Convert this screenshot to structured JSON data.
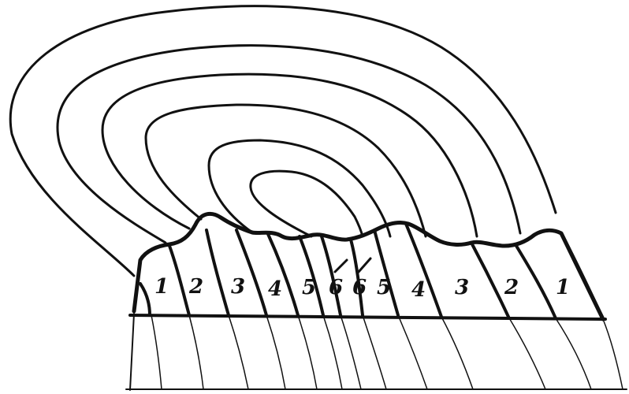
{
  "figure": {
    "bed_labels": [
      "1",
      "2",
      "3",
      "4",
      "5",
      "6",
      "6",
      "5",
      "4",
      "3",
      "2",
      "1"
    ]
  }
}
